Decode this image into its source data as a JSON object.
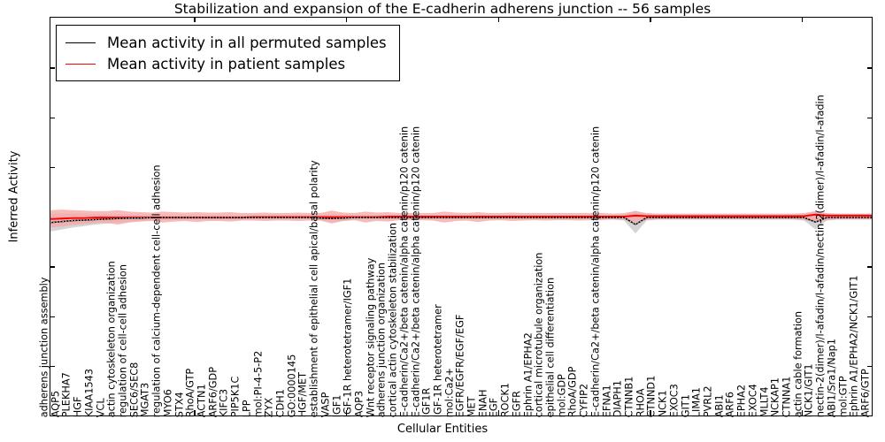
{
  "chart_data": {
    "type": "line",
    "title": "Stabilization and expansion of the E-cadherin adherens junction -- 56 samples",
    "xlabel": "Cellular Entities",
    "ylabel": "Inferred Activity",
    "ylim": [
      -4,
      4
    ],
    "yticks": [
      -4,
      -3,
      -2,
      -1,
      0,
      1,
      2,
      3,
      4
    ],
    "grid": false,
    "legend_position": "upper left",
    "legend": [
      {
        "name": "Mean activity in all permuted samples",
        "color": "#000000"
      },
      {
        "name": "Mean activity in patient samples",
        "color": "#ff0000"
      }
    ],
    "categories": [
      "adherens junction assembly",
      "AQP5",
      "PLEKHA7",
      "HGF",
      "KIAA1543",
      "VCL",
      "actin cytoskeleton organization",
      "regulation of cell-cell adhesion",
      "SEC6/SEC8",
      "MGAT3",
      "regulation of calcium-dependent cell-cell adhesion",
      "MYO6",
      "STX4",
      "RhoA/GTP",
      "ACTN1",
      "ARF6/GDP",
      "KIFC3",
      "PIP5K1C",
      "LPP",
      "mol:PI-4-5-P2",
      "ZYX",
      "CDH1",
      "GO:0000145",
      "HGF/MET",
      "establishment of epithelial cell apical/basal polarity",
      "VASP",
      "IGF1",
      "IGF-1R heterotetramer/IGF1",
      "AQP3",
      "Wnt receptor signaling pathway",
      "adherens junction organization",
      "cortical actin cytoskeleton stabilization",
      "E-cadherin/Ca2+/beta catenin/alpha catenin/p120 catenin",
      "E-cadherin/Ca2+/beta catenin/alpha catenin/p120 catenin",
      "IGF1R",
      "IGF-1R heterotetramer",
      "mol:Ca2+",
      "EGFR/EGFR/EGF/EGF",
      "MET",
      "ENAH",
      "EGF",
      "ROCK1",
      "EGFR",
      "Ephrin A1/EPHA2",
      "cortical microtubule organization",
      "epithelial cell differentiation",
      "mol:GDP",
      "RhoA/GDP",
      "CYFIP2",
      "E-cadherin/Ca2+/beta catenin/alpha catenin/p120 catenin",
      "EFNA1",
      "DIAPH1",
      "CTNNB1",
      "RHOA",
      "CTNND1",
      "NCK1",
      "EXOC3",
      "GIT1",
      "LIMA1",
      "PVRL2",
      "ABI1",
      "ARF6",
      "EPHA2",
      "EXOC4",
      "MLLT4",
      "NCKAP1",
      "CTNNA1",
      "actin cable formation",
      "NCK1/GIT1",
      "nectin-2(dimer)/l-afadin/l-afadin/nectin-2(dimer)/l-afadin/l-afadin",
      "ABI1/Sra1/Nap1",
      "mol:GTP",
      "Ephrin A1/EPHA2/NCK1/GIT1",
      "ARF6/GTP"
    ],
    "series": [
      {
        "name": "Mean activity in all permuted samples",
        "color": "#000000",
        "style": "dotted-over-solid",
        "values": [
          -0.12,
          -0.1,
          -0.08,
          -0.07,
          -0.06,
          -0.05,
          -0.04,
          -0.03,
          -0.03,
          -0.02,
          -0.02,
          -0.02,
          -0.02,
          -0.02,
          -0.02,
          -0.02,
          -0.02,
          -0.02,
          -0.02,
          -0.02,
          -0.02,
          -0.02,
          -0.02,
          -0.02,
          -0.03,
          -0.04,
          -0.03,
          -0.02,
          -0.02,
          -0.02,
          -0.02,
          -0.02,
          -0.02,
          -0.02,
          -0.02,
          -0.02,
          -0.02,
          -0.02,
          -0.02,
          -0.02,
          -0.02,
          -0.02,
          -0.02,
          -0.02,
          -0.02,
          -0.02,
          -0.02,
          -0.02,
          -0.02,
          -0.02,
          -0.02,
          -0.02,
          -0.16,
          -0.02,
          -0.02,
          -0.02,
          -0.02,
          -0.02,
          -0.02,
          -0.02,
          -0.02,
          -0.02,
          -0.02,
          -0.02,
          -0.02,
          -0.02,
          -0.02,
          -0.02,
          -0.11,
          -0.02,
          -0.02,
          -0.02,
          -0.02,
          -0.02
        ],
        "band_color": "#cccccc",
        "band_lower": [
          -0.3,
          -0.26,
          -0.22,
          -0.19,
          -0.16,
          -0.14,
          -0.12,
          -0.1,
          -0.09,
          -0.08,
          -0.07,
          -0.07,
          -0.06,
          -0.06,
          -0.06,
          -0.06,
          -0.06,
          -0.06,
          -0.06,
          -0.06,
          -0.06,
          -0.06,
          -0.06,
          -0.06,
          -0.08,
          -0.1,
          -0.09,
          -0.07,
          -0.06,
          -0.06,
          -0.06,
          -0.06,
          -0.06,
          -0.06,
          -0.06,
          -0.06,
          -0.06,
          -0.06,
          -0.06,
          -0.06,
          -0.06,
          -0.06,
          -0.06,
          -0.06,
          -0.06,
          -0.06,
          -0.06,
          -0.06,
          -0.06,
          -0.06,
          -0.06,
          -0.08,
          -0.34,
          -0.08,
          -0.06,
          -0.06,
          -0.06,
          -0.06,
          -0.06,
          -0.06,
          -0.06,
          -0.06,
          -0.06,
          -0.06,
          -0.06,
          -0.06,
          -0.06,
          -0.08,
          -0.26,
          -0.08,
          -0.06,
          -0.06,
          -0.06,
          -0.06
        ],
        "band_upper": [
          0.06,
          0.06,
          0.06,
          0.06,
          0.05,
          0.05,
          0.05,
          0.04,
          0.04,
          0.04,
          0.03,
          0.03,
          0.03,
          0.03,
          0.03,
          0.03,
          0.03,
          0.03,
          0.03,
          0.03,
          0.03,
          0.03,
          0.03,
          0.03,
          0.04,
          0.05,
          0.04,
          0.03,
          0.03,
          0.03,
          0.03,
          0.03,
          0.03,
          0.03,
          0.03,
          0.03,
          0.03,
          0.03,
          0.03,
          0.03,
          0.03,
          0.03,
          0.03,
          0.03,
          0.03,
          0.03,
          0.03,
          0.03,
          0.03,
          0.03,
          0.03,
          0.04,
          0.12,
          0.04,
          0.03,
          0.03,
          0.03,
          0.03,
          0.03,
          0.03,
          0.03,
          0.03,
          0.03,
          0.03,
          0.03,
          0.03,
          0.03,
          0.04,
          0.1,
          0.04,
          0.03,
          0.03,
          0.03,
          0.03
        ]
      },
      {
        "name": "Mean activity in patient samples",
        "color": "#ff0000",
        "style": "solid",
        "values": [
          -0.05,
          -0.04,
          -0.03,
          -0.03,
          -0.02,
          -0.02,
          -0.02,
          -0.02,
          -0.02,
          -0.02,
          -0.02,
          -0.02,
          -0.02,
          -0.02,
          -0.02,
          -0.02,
          -0.02,
          -0.02,
          -0.01,
          -0.01,
          -0.01,
          -0.01,
          -0.01,
          -0.01,
          -0.01,
          -0.01,
          -0.01,
          -0.01,
          -0.01,
          -0.01,
          0.0,
          0.0,
          0.0,
          0.0,
          0.0,
          0.0,
          0.0,
          0.0,
          0.0,
          0.0,
          0.0,
          0.0,
          0.0,
          0.0,
          0.0,
          0.0,
          0.0,
          0.0,
          0.0,
          0.0,
          0.0,
          0.0,
          0.02,
          0.01,
          0.01,
          0.01,
          0.01,
          0.01,
          0.01,
          0.01,
          0.01,
          0.01,
          0.01,
          0.01,
          0.01,
          0.01,
          0.01,
          0.01,
          0.04,
          0.02,
          0.02,
          0.02,
          0.02,
          0.02
        ],
        "band_color": "#f7a7a7",
        "band_lower": [
          -0.22,
          -0.2,
          -0.17,
          -0.15,
          -0.13,
          -0.13,
          -0.16,
          -0.12,
          -0.1,
          -0.09,
          -0.12,
          -0.1,
          -0.09,
          -0.11,
          -0.09,
          -0.09,
          -0.1,
          -0.08,
          -0.08,
          -0.09,
          -0.08,
          -0.08,
          -0.09,
          -0.08,
          -0.08,
          -0.14,
          -0.09,
          -0.07,
          -0.12,
          -0.09,
          -0.1,
          -0.07,
          -0.07,
          -0.07,
          -0.08,
          -0.12,
          -0.09,
          -0.08,
          -0.11,
          -0.08,
          -0.07,
          -0.09,
          -0.08,
          -0.07,
          -0.08,
          -0.07,
          -0.07,
          -0.08,
          -0.07,
          -0.07,
          -0.06,
          -0.07,
          -0.12,
          -0.07,
          -0.06,
          -0.06,
          -0.06,
          -0.06,
          -0.06,
          -0.06,
          -0.06,
          -0.06,
          -0.06,
          -0.06,
          -0.06,
          -0.06,
          -0.06,
          -0.07,
          -0.12,
          -0.07,
          -0.06,
          -0.06,
          -0.06,
          -0.06
        ],
        "band_upper": [
          0.13,
          0.14,
          0.13,
          0.12,
          0.11,
          0.11,
          0.13,
          0.1,
          0.09,
          0.08,
          0.1,
          0.09,
          0.08,
          0.09,
          0.08,
          0.08,
          0.09,
          0.07,
          0.07,
          0.08,
          0.07,
          0.07,
          0.08,
          0.07,
          0.07,
          0.12,
          0.08,
          0.07,
          0.1,
          0.08,
          0.09,
          0.07,
          0.07,
          0.07,
          0.07,
          0.1,
          0.08,
          0.07,
          0.09,
          0.07,
          0.07,
          0.08,
          0.07,
          0.07,
          0.07,
          0.07,
          0.07,
          0.07,
          0.07,
          0.07,
          0.06,
          0.07,
          0.11,
          0.07,
          0.06,
          0.06,
          0.06,
          0.06,
          0.06,
          0.06,
          0.06,
          0.06,
          0.06,
          0.06,
          0.06,
          0.06,
          0.06,
          0.07,
          0.11,
          0.07,
          0.06,
          0.06,
          0.06,
          0.06
        ]
      }
    ]
  }
}
